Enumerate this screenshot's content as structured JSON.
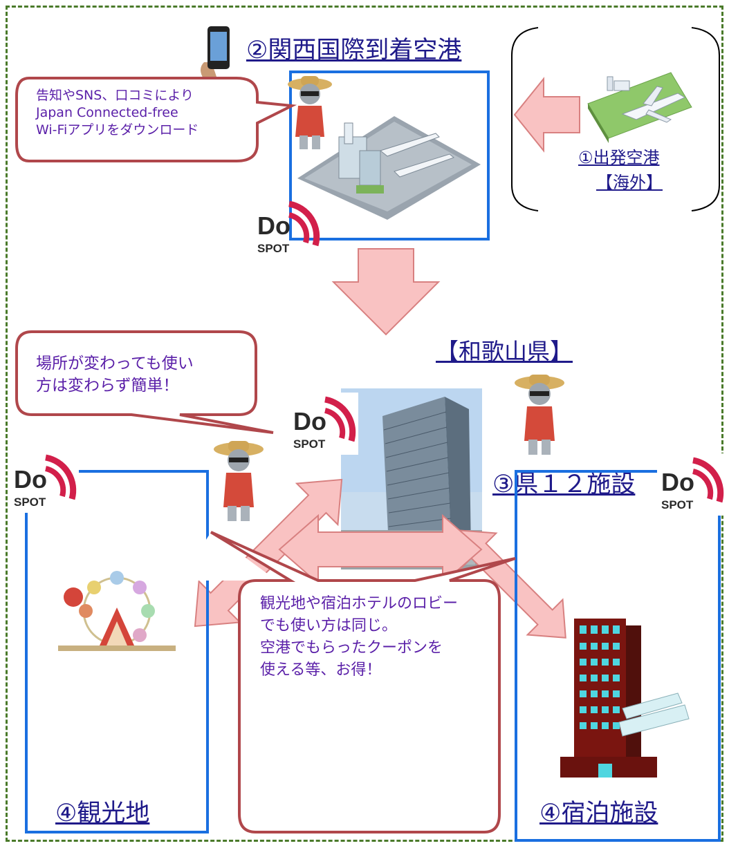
{
  "locations": {
    "departure_line1": "①出発空港",
    "departure_line2": "【海外】",
    "kansai": "②関西国際到着空港",
    "prefecture": "【和歌山県】",
    "facilities": "③県１２施設",
    "tourist": "④観光地",
    "lodging": "④宿泊施設"
  },
  "bubbles": {
    "download": [
      "告知やSNS、口コミにより",
      "Japan Connected-free",
      "Wi-Fiアプリをダウンロード"
    ],
    "easy": [
      "場所が変わっても使い",
      "方は変わらず簡単！"
    ],
    "coupon": [
      "観光地や宿泊ホテルのロビー",
      "でも使い方は同じ。",
      "空港でもらったクーポンを",
      "使える等、お得！"
    ]
  },
  "logo": {
    "line1": "Do",
    "line2": "SPOT"
  },
  "colors": {
    "frame": "#4a7a2a",
    "label": "#1f1a8a",
    "bubble_border": "#b0474b",
    "bubble_text": "#5a1fa8",
    "arrow_fill": "#f9c2c2",
    "arrow_stroke": "#d88080",
    "box_border": "#1a6fe0",
    "wifi_arc": "#d21f4a"
  }
}
